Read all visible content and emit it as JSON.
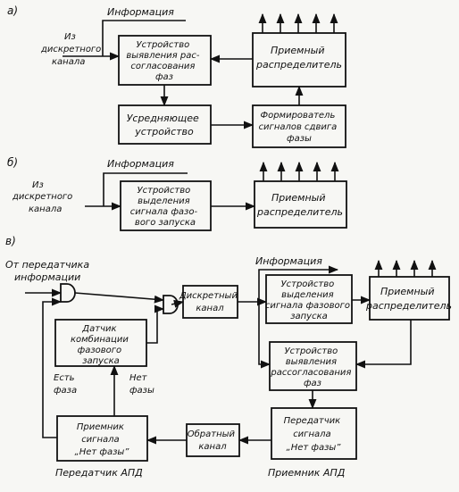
{
  "panels": {
    "a": {
      "label": "а)",
      "input": [
        "Из",
        "дискретного",
        "канала"
      ],
      "info": "Информация",
      "boxes": {
        "mismatch": [
          "Устройство",
          "выявления рас-",
          "согласования",
          "фаз"
        ],
        "receiver": [
          "Приемный",
          "распределитель"
        ],
        "averager": [
          "Усредняющее",
          "устройство"
        ],
        "shaper": [
          "Формирователь",
          "сигналов сдвига",
          "фазы"
        ]
      }
    },
    "b": {
      "label": "б)",
      "input": [
        "Из",
        "дискретного",
        "канала"
      ],
      "info": "Информация",
      "boxes": {
        "phase_start": [
          "Устройство",
          "выделения",
          "сигнала фазо-",
          "вого запуска"
        ],
        "receiver": [
          "Приемный",
          "распределитель"
        ]
      }
    },
    "c": {
      "label": "в)",
      "input": [
        "От передатчика",
        "информации"
      ],
      "info": "Информация",
      "yes_phase": [
        "Есть",
        "фаза"
      ],
      "no_phase": [
        "Нет",
        "фазы"
      ],
      "bottom_left": "Передатчик АПД",
      "bottom_right": "Приемник АПД",
      "boxes": {
        "sensor": [
          "Датчик",
          "комбинации",
          "фазового",
          "запуска"
        ],
        "channel": [
          "Дискретный",
          "канал"
        ],
        "phase_start": [
          "Устройство",
          "выделения",
          "сигнала фазового",
          "запуска"
        ],
        "receiver": [
          "Приемный",
          "распределитель"
        ],
        "mismatch": [
          "Устройство",
          "выявления",
          "рассогласования",
          "фаз"
        ],
        "no_phase_rx": [
          "Приемник",
          "сигнала",
          "„Нет фазы”"
        ],
        "return_channel": [
          "Обратный",
          "канал"
        ],
        "no_phase_tx": [
          "Передатчик",
          "сигнала",
          "„Нет фазы”"
        ]
      }
    }
  }
}
